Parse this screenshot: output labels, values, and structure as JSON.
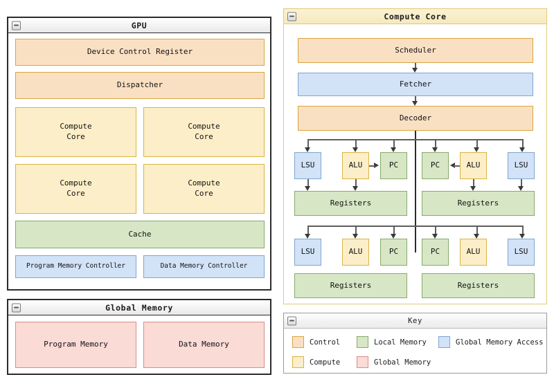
{
  "panels": {
    "gpu": {
      "title": "GPU",
      "collapse_icon": "minus-box-icon",
      "blocks": {
        "device_control_register": "Device Control Register",
        "dispatcher": "Dispatcher",
        "compute_core_1": "Compute\nCore",
        "compute_core_2": "Compute\nCore",
        "compute_core_3": "Compute\nCore",
        "compute_core_4": "Compute\nCore",
        "cache": "Cache",
        "program_memory_controller": "Program Memory Controller",
        "data_memory_controller": "Data Memory Controller"
      }
    },
    "global_memory": {
      "title": "Global Memory",
      "collapse_icon": "minus-box-icon",
      "blocks": {
        "program_memory": "Program Memory",
        "data_memory": "Data Memory"
      }
    },
    "compute_core": {
      "title": "Compute Core",
      "collapse_icon": "minus-box-icon",
      "blocks": {
        "scheduler": "Scheduler",
        "fetcher": "Fetcher",
        "decoder": "Decoder",
        "row1": {
          "lsu_left": "LSU",
          "alu_left": "ALU",
          "pc_left": "PC",
          "pc_right": "PC",
          "alu_right": "ALU",
          "lsu_right": "LSU",
          "registers_left": "Registers",
          "registers_right": "Registers"
        },
        "row2": {
          "lsu_left": "LSU",
          "alu_left": "ALU",
          "pc_left": "PC",
          "pc_right": "PC",
          "alu_right": "ALU",
          "lsu_right": "LSU",
          "registers_left": "Registers",
          "registers_right": "Registers"
        }
      }
    },
    "key": {
      "title": "Key",
      "collapse_icon": "minus-box-icon",
      "items": [
        {
          "label": "Control",
          "fill": "#fae0c3",
          "stroke": "#d9a441"
        },
        {
          "label": "Local Memory",
          "fill": "#d7e7c6",
          "stroke": "#87a86b"
        },
        {
          "label": "Global Memory Access",
          "fill": "#d2e2f7",
          "stroke": "#7fa6cf"
        },
        {
          "label": "Compute",
          "fill": "#fbeec8",
          "stroke": "#d9b441"
        },
        {
          "label": "Global Memory",
          "fill": "#fadbd6",
          "stroke": "#d98d87"
        }
      ]
    }
  },
  "colors": {
    "control": "#fae0c3",
    "compute": "#fbeec8",
    "local_memory": "#d7e7c6",
    "global_memory": "#fadbd6",
    "global_memory_access": "#d2e2f7",
    "connector": "#5d5d5d",
    "panel_border_dark": "#2b2b2b",
    "panel_border_amber": "#e3c97a",
    "background": "#ffffff"
  }
}
